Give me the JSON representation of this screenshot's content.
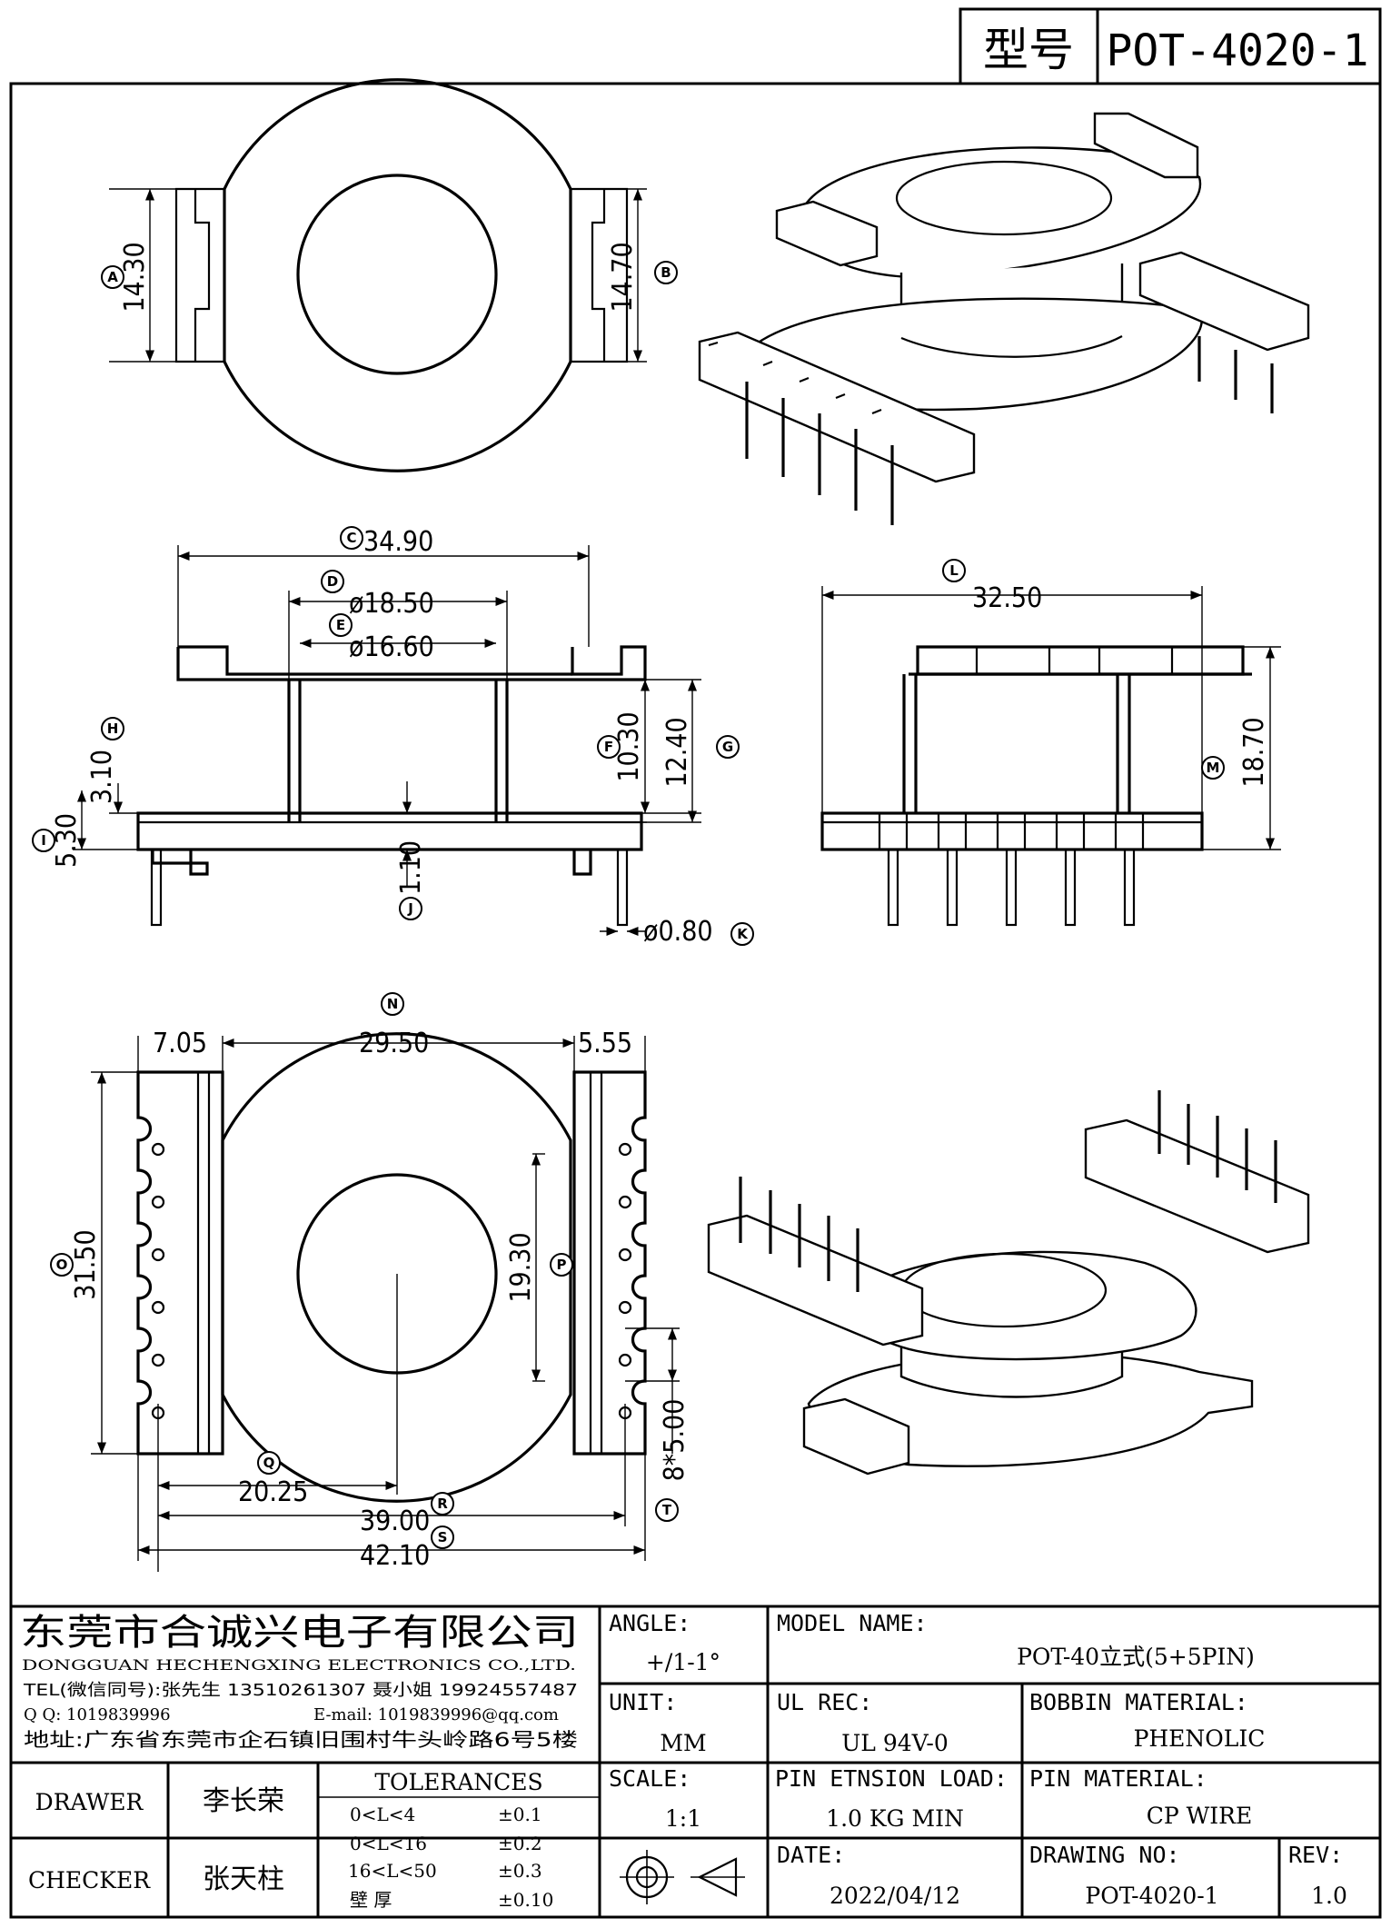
{
  "header": {
    "type_label": "型号",
    "model_code": "POT-4020-1"
  },
  "dimensions": {
    "A": "14.30",
    "B": "14.70",
    "C": "34.90",
    "D": "ø18.50",
    "E": "ø16.60",
    "F": "10.30",
    "G": "12.40",
    "H": "3.10",
    "I": "5.30",
    "J": "1.10",
    "K": "ø0.80",
    "L": "32.50",
    "M": "18.70",
    "N": "29.50",
    "N_left": "7.05",
    "N_right": "5.55",
    "O": "31.50",
    "P": "19.30",
    "Q": "20.25",
    "R": "39.00",
    "S": "42.10",
    "T": "8*5.00"
  },
  "tags": [
    "A",
    "B",
    "C",
    "D",
    "E",
    "F",
    "G",
    "H",
    "I",
    "J",
    "K",
    "L",
    "M",
    "N",
    "O",
    "P",
    "Q",
    "R",
    "S",
    "T"
  ],
  "company": {
    "name_cn": "东莞市合诚兴电子有限公司",
    "name_en": "DONGGUAN HECHENGXING ELECTRONICS CO.,LTD.",
    "tel": "TEL(微信同号):张先生 13510261307 聂小姐 19924557487",
    "qq": "Q Q: 1019839996",
    "email": "E-mail: 1019839996@qq.com",
    "address": "地址:广东省东莞市企石镇旧围村牛头岭路6号5楼"
  },
  "title_block": {
    "angle_label": "ANGLE:",
    "angle_value": "+/1-1°",
    "model_name_label": "MODEL NAME:",
    "model_name_value": "POT-40立式(5+5PIN)",
    "unit_label": "UNIT:",
    "unit_value": "MM",
    "ul_label": "UL REC:",
    "ul_value": "UL 94V-0",
    "bobbin_label": "BOBBIN MATERIAL:",
    "bobbin_value": "PHENOLIC",
    "scale_label": "SCALE:",
    "scale_value": "1:1",
    "pin_load_label": "PIN ETNSION LOAD:",
    "pin_load_value": "1.0 KG MIN",
    "pin_mat_label": "PIN MATERIAL:",
    "pin_mat_value": "CP WIRE",
    "date_label": "DATE:",
    "date_value": "2022/04/12",
    "drawing_no_label": "DRAWING NO:",
    "drawing_no_value": "POT-4020-1",
    "rev_label": "REV:",
    "rev_value": "1.0",
    "drawer_label": "DRAWER",
    "drawer_value": "李长荣",
    "checker_label": "CHECKER",
    "checker_value": "张天柱",
    "tolerances_label": "TOLERANCES",
    "tolerances": [
      {
        "range": "0<L<4",
        "value": "±0.1"
      },
      {
        "range": "0<L<16",
        "value": "±0.2"
      },
      {
        "range": "16<L<50",
        "value": "±0.3"
      },
      {
        "range": "壁   厚",
        "value": "±0.10"
      }
    ]
  }
}
